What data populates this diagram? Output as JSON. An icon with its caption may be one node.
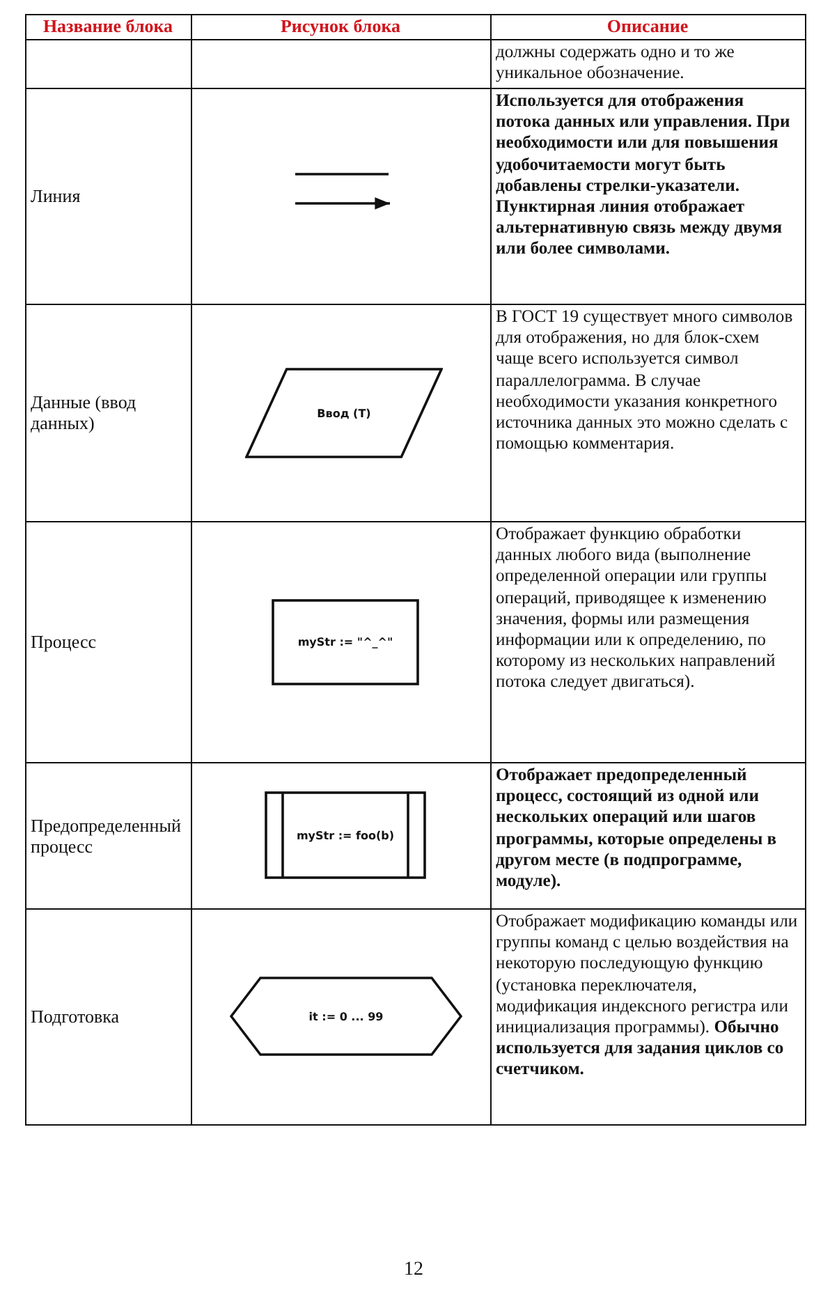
{
  "diagram": {
    "nodes": [
      {
        "text": [
          "Ввод (T)"
        ]
      },
      {
        "text": [
          "myStr := \"^_^\""
        ]
      },
      {
        "text": [
          "myStr := foo(b)"
        ]
      },
      {
        "text": [
          "it := 0 ... 99"
        ]
      }
    ],
    "labels": [
      "Название блока",
      "Рисунок блока",
      "Описание",
      "должны содержать одно и то же уникальное обозначение.",
      "Линия",
      "Используется для отображения потока данных или управления. При необходимости или для повышения удобочитаемости могут быть добавлены стрелки-указатели. Пунктирная линия отображает альтернативную связь между двумя или более символами.",
      "Данные (ввод данных)",
      "В ГОСТ 19 существует много символов для отображения, но для блок-схем чаще всего используется символ параллелограмма. В случае необходимости указания конкретного источника данных это можно сделать с помощью комментария.",
      "Процесс",
      "Отображает функцию обработки данных любого вида (выполнение определенной операции или группы операций, приводящее к изменению значения, формы или размещения информации или к определению, по которому из нескольких направлений потока следует двигаться).",
      "Предопределенный процесс",
      "Отображает предопределенный процесс, состоящий из одной или нескольких операций или шагов программы, которые определены в другом месте (в подпрограмме, модуле).",
      "Подготовка",
      "Отображает модификацию команды или группы команд с целью воздействия на некоторую последующую функцию (установка переключателя, модификация индексного регистра или инициализация программы). **Обычно используется для задания циклов со счетчиком.**",
      "12"
    ]
  }
}
